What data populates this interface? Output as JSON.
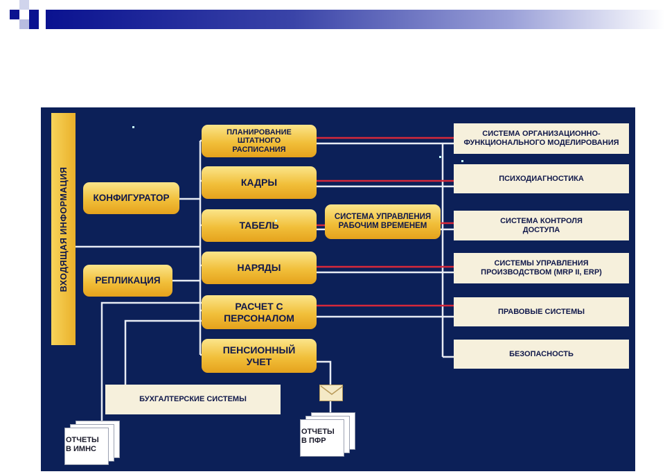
{
  "diagram": {
    "vertical_label": "ВХОДЯЩАЯ ИНФОРМАЦИЯ",
    "left_modules": [
      {
        "id": "configurator",
        "label": "КОНФИГУРАТОР"
      },
      {
        "id": "replication",
        "label": "РЕПЛИКАЦИЯ"
      }
    ],
    "center_modules": [
      {
        "id": "staffing",
        "lines": [
          "ПЛАНИРОВАНИЕ",
          "ШТАТНОГО",
          "РАСПИСАНИЯ"
        ]
      },
      {
        "id": "personnel",
        "lines": [
          "КАДРЫ"
        ]
      },
      {
        "id": "timesheet",
        "lines": [
          "ТАБЕЛЬ"
        ]
      },
      {
        "id": "orders",
        "lines": [
          "НАРЯДЫ"
        ]
      },
      {
        "id": "payroll",
        "lines": [
          "РАСЧЕТ С",
          "ПЕРСОНАЛОМ"
        ]
      },
      {
        "id": "pension",
        "lines": [
          "ПЕНСИОННЫЙ",
          "УЧЕТ"
        ]
      }
    ],
    "middle_module": {
      "lines": [
        "СИСТЕМА УПРАВЛЕНИЯ",
        "РАБОЧИМ ВРЕМЕНЕМ"
      ]
    },
    "right_systems": [
      {
        "id": "org-modeling",
        "lines": [
          "СИСТЕМА ОРГАНИЗАЦИОННО-",
          "ФУНКЦИОНАЛЬНОГО МОДЕЛИРОВАНИЯ"
        ]
      },
      {
        "id": "psychodiag",
        "lines": [
          "ПСИХОДИАГНОСТИКА"
        ]
      },
      {
        "id": "access-control",
        "lines": [
          "СИСТЕМА КОНТРОЛЯ",
          "ДОСТУПА"
        ]
      },
      {
        "id": "production",
        "lines": [
          "СИСТЕМЫ УПРАВЛЕНИЯ",
          "ПРОИЗВОДСТВОМ (MRP II, ERP)"
        ]
      },
      {
        "id": "legal",
        "lines": [
          "ПРАВОВЫЕ СИСТЕМЫ"
        ]
      },
      {
        "id": "security",
        "lines": [
          "БЕЗОПАСНОСТЬ"
        ]
      }
    ],
    "accounting": "БУХГАЛТЕРСКИЕ СИСТЕМЫ",
    "reports_tax": [
      "ОТЧЕТЫ",
      "В ИМНС"
    ],
    "reports_pfr": [
      "ОТЧЕТЫ",
      "В ПФР"
    ],
    "colors": {
      "background": "#0c2058",
      "link_red": "#d8283a",
      "link_white": "#e8ecf4",
      "module": "#f1bf3a",
      "system": "#f6f0dc",
      "header_bar": "#0a1290"
    }
  }
}
